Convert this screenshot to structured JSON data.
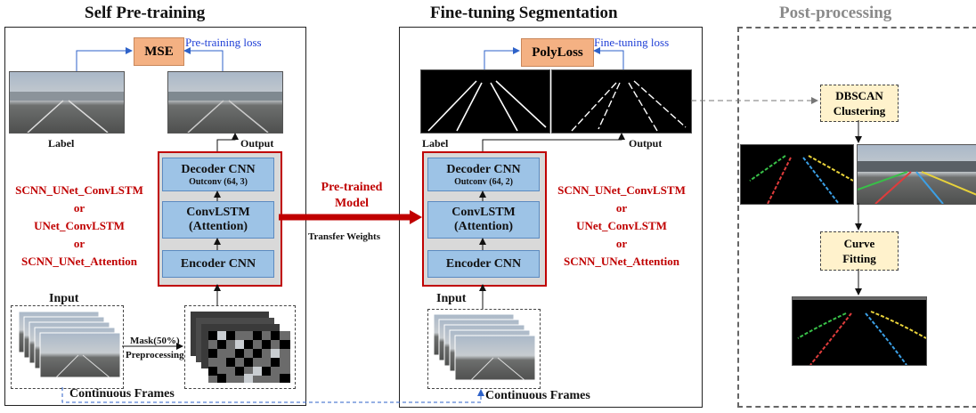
{
  "sections": {
    "self_pretraining": "Self Pre-training",
    "finetuning": "Fine-tuning Segmentation",
    "postprocessing": "Post-processing"
  },
  "pretrain": {
    "loss": "MSE",
    "loss_note": "Pre-training loss",
    "label": "Label",
    "output": "Output",
    "decoder": "Decoder CNN",
    "decoder_sub": "Outconv (64, 3)",
    "convlstm": "ConvLSTM",
    "convlstm_sub": "(Attention)",
    "encoder": "Encoder CNN",
    "models": [
      "SCNN_UNet_ConvLSTM",
      "or",
      "UNet_ConvLSTM",
      "or",
      "SCNN_UNet_Attention"
    ],
    "input": "Input",
    "mask": "Mask(50%)",
    "preprocessing": "Preprocessing",
    "continuous": "Continuous Frames"
  },
  "transfer": {
    "title_line1": "Pre-trained",
    "title_line2": "Model",
    "note": "Transfer Weights"
  },
  "finetune": {
    "loss": "PolyLoss",
    "loss_note": "Fine-tuning loss",
    "label": "Label",
    "output": "Output",
    "decoder": "Decoder CNN",
    "decoder_sub": "Outconv (64, 2)",
    "convlstm": "ConvLSTM",
    "convlstm_sub": "(Attention)",
    "encoder": "Encoder CNN",
    "models": [
      "SCNN_UNet_ConvLSTM",
      "or",
      "UNet_ConvLSTM",
      "or",
      "SCNN_UNet_Attention"
    ],
    "input": "Input",
    "continuous": "Continuous Frames"
  },
  "post": {
    "dbscan_line1": "DBSCAN",
    "dbscan_line2": "Clustering",
    "curve_line1": "Curve",
    "curve_line2": "Fitting"
  },
  "colors": {
    "model_border": "#c00000",
    "block_fill": "#9dc3e6",
    "loss_fill": "#f4b183",
    "step_fill": "#fff2cc",
    "arrow_blue": "#2e62c9",
    "lane_red": "#e03c3c",
    "lane_green": "#38c048",
    "lane_yellow": "#e8d23a",
    "lane_blue": "#3ba0e6"
  }
}
